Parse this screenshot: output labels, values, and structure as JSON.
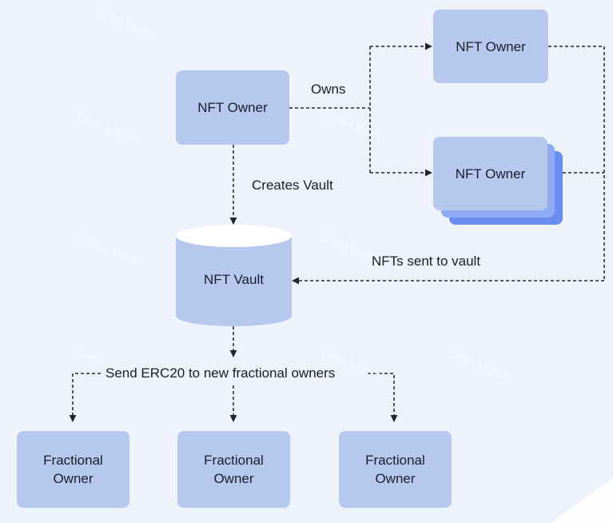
{
  "nodes": {
    "owner_main": "NFT Owner",
    "owner_top": "NFT Owner",
    "owner_stack": "NFT Owner",
    "vault": "NFT Vault",
    "fractional_1": [
      "Fractional",
      "Owner"
    ],
    "fractional_2": [
      "Fractional",
      "Owner"
    ],
    "fractional_3": [
      "Fractional",
      "Owner"
    ]
  },
  "edges": {
    "owns": "Owns",
    "creates_vault": "Creates Vault",
    "nfts_sent": "NFTs sent to vault",
    "send_erc20": "Send ERC20 to new fractional owners"
  },
  "watermark": "Gate Learn",
  "colors": {
    "background": "#edf2fb",
    "box": "#b7c8ef",
    "stack_back": "#6b8ff0",
    "stack_mid": "#8eaaf4",
    "vault_top": "#ffffff",
    "line": "#22252f"
  }
}
